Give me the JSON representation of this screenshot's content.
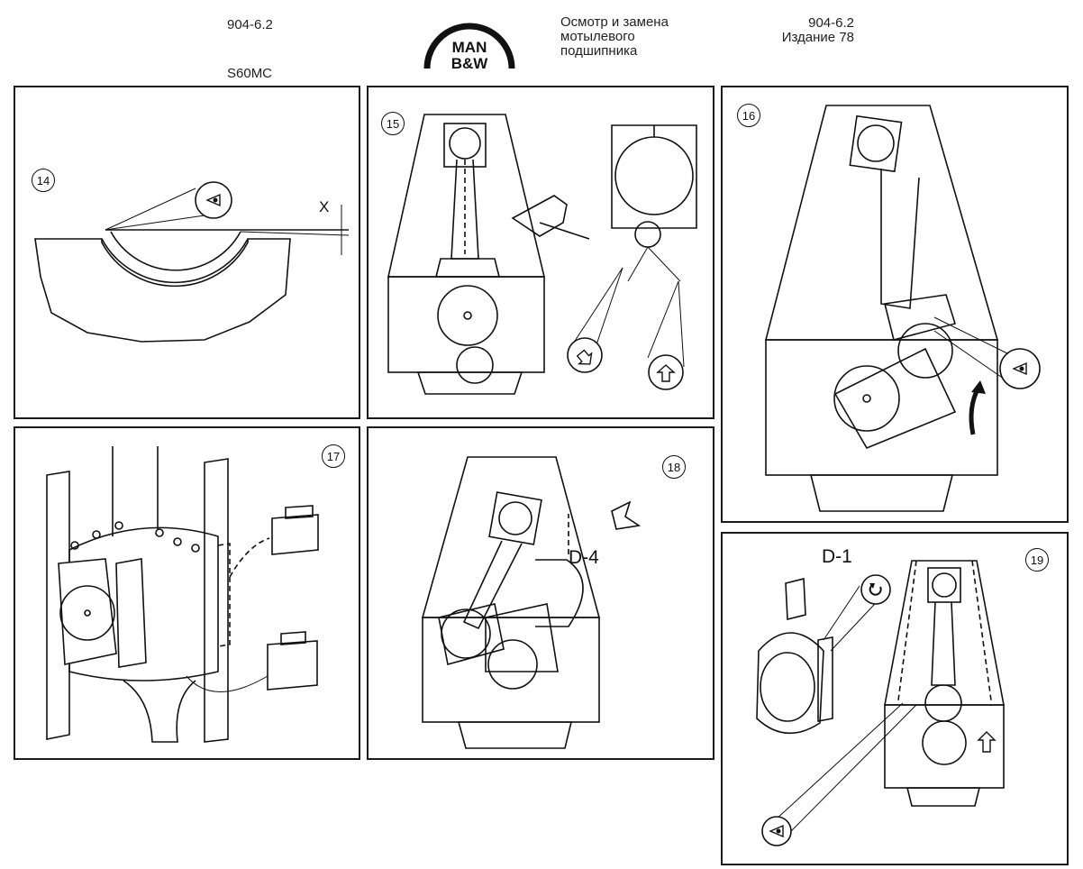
{
  "header": {
    "doc_code_left": "904-6.2",
    "engine_model": "S60MC",
    "logo_line1": "MAN",
    "logo_line2": "B&W",
    "title_lines": [
      "Осмотр и замена",
      "мотылевого",
      "подшипника"
    ],
    "doc_code_right": "904-6.2",
    "edition": "Издание 78"
  },
  "figures": [
    {
      "number": "14",
      "labels": [
        "X"
      ]
    },
    {
      "number": "15",
      "labels": []
    },
    {
      "number": "16",
      "labels": []
    },
    {
      "number": "17",
      "labels": []
    },
    {
      "number": "18",
      "labels": [
        "D-4"
      ]
    },
    {
      "number": "19",
      "labels": [
        "D-1"
      ]
    }
  ],
  "icons": {
    "eye_icon": "eye-icon",
    "arrow_up": "arrow-up-icon",
    "arrow_down": "arrow-down-icon",
    "rotate": "rotate-icon"
  }
}
